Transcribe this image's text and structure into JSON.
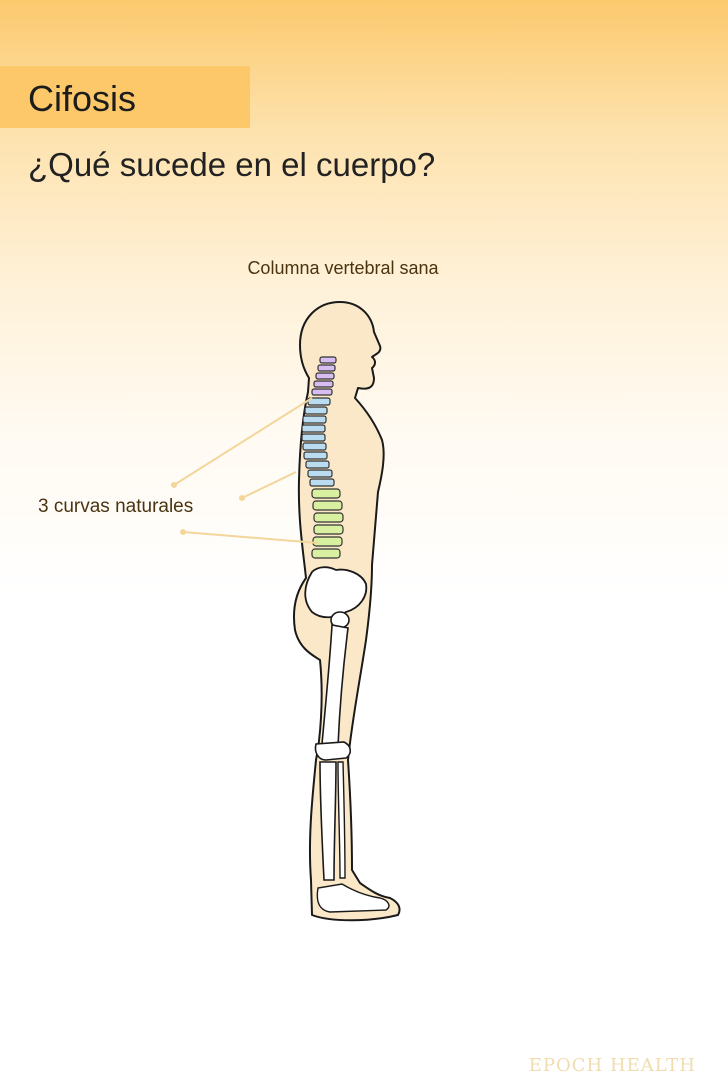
{
  "header": {
    "tag": "Cifosis",
    "headline": "¿Qué sucede en el cuerpo?"
  },
  "figure": {
    "caption": "Columna vertebral sana",
    "annotation": "3 curvas naturales"
  },
  "footer": {
    "brand": "EPOCH HEALTH"
  },
  "colors": {
    "tag_bg": "#fdc86a",
    "skin": "#fbe8c8",
    "cervical": "#d7bdf2",
    "thoracic": "#b9dcf1",
    "lumbar": "#d8f0a0",
    "pointer": "#f3d69a"
  }
}
